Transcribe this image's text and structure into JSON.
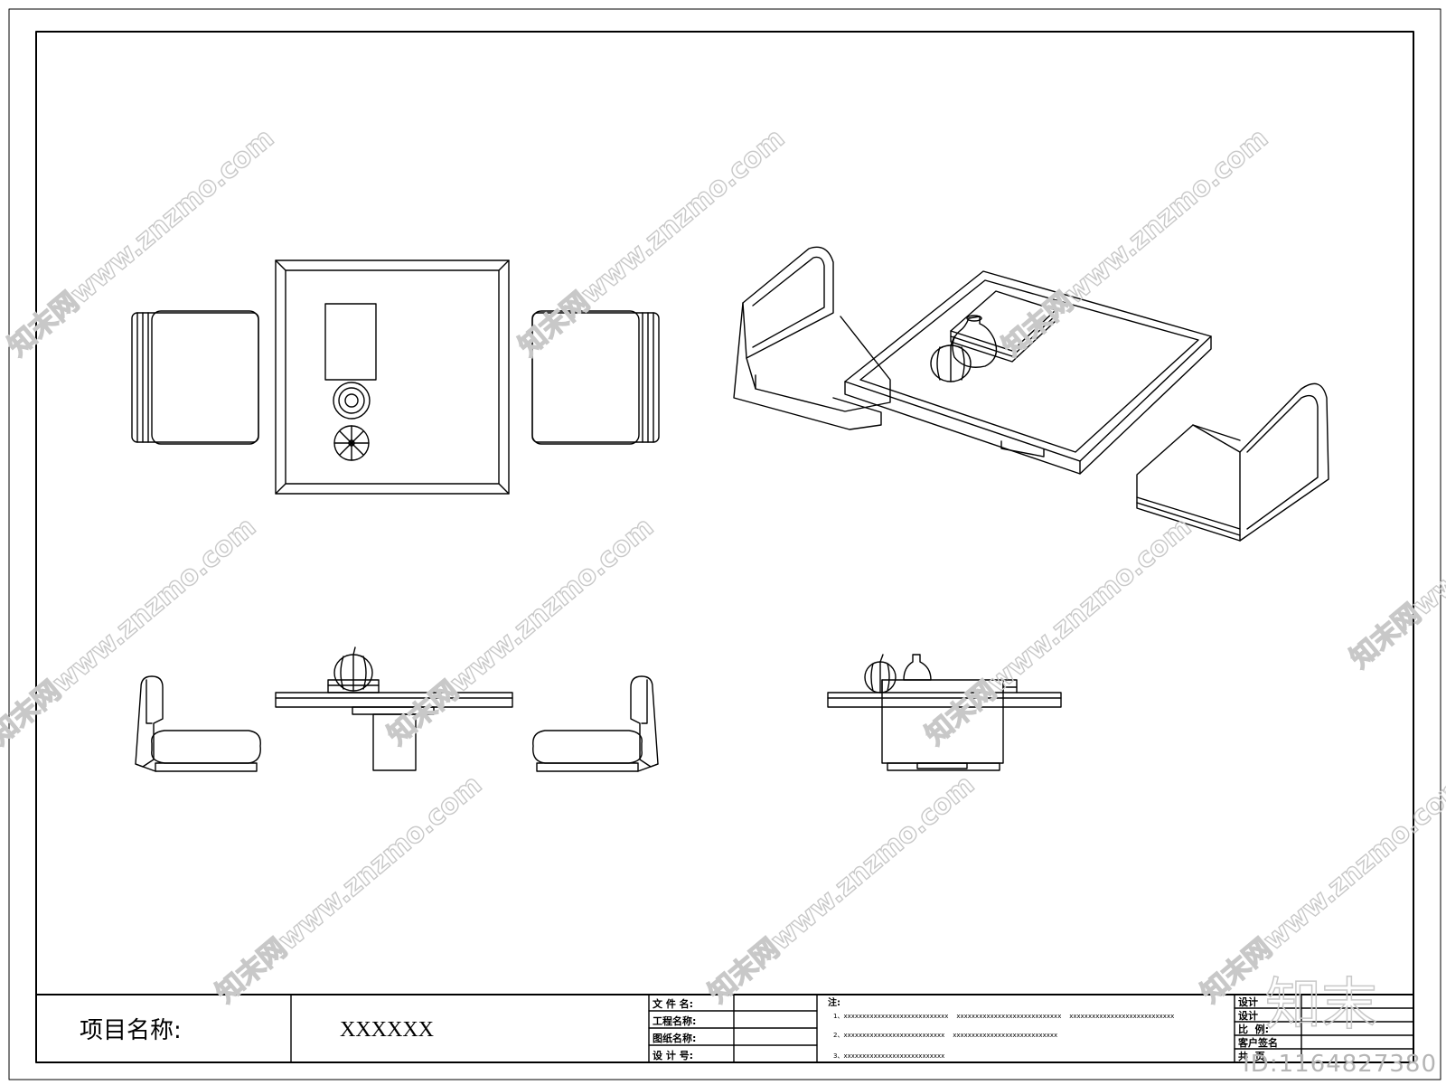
{
  "title_block": {
    "project_label": "项目名称:",
    "project_value": "XXXXXX",
    "fields": [
      {
        "label": "文 件 名:",
        "value": ""
      },
      {
        "label": "工程名称:",
        "value": ""
      },
      {
        "label": "图纸名称:",
        "value": ""
      },
      {
        "label": "设 计 号:",
        "value": ""
      }
    ],
    "notes_label": "注:",
    "notes": [
      "1、xxxxxxxxxxxxxxxxxxxxxxxxxxxx    xxxxxxxxxxxxxxxxxxxxxxxxxxxx    xxxxxxxxxxxxxxxxxxxxxxxxxxxx",
      "2、xxxxxxxxxxxxxxxxxxxxxxxxxxx    xxxxxxxxxxxxxxxxxxxxxxxxxxxx",
      "3、xxxxxxxxxxxxxxxxxxxxxxxxxxx"
    ],
    "right_fields": [
      "设计",
      "设计",
      "比  例:",
      "客户签名",
      "共  页"
    ]
  },
  "watermark": "知末网www.znzmo.com",
  "brand": "知末",
  "image_id": "ID:1164827380"
}
